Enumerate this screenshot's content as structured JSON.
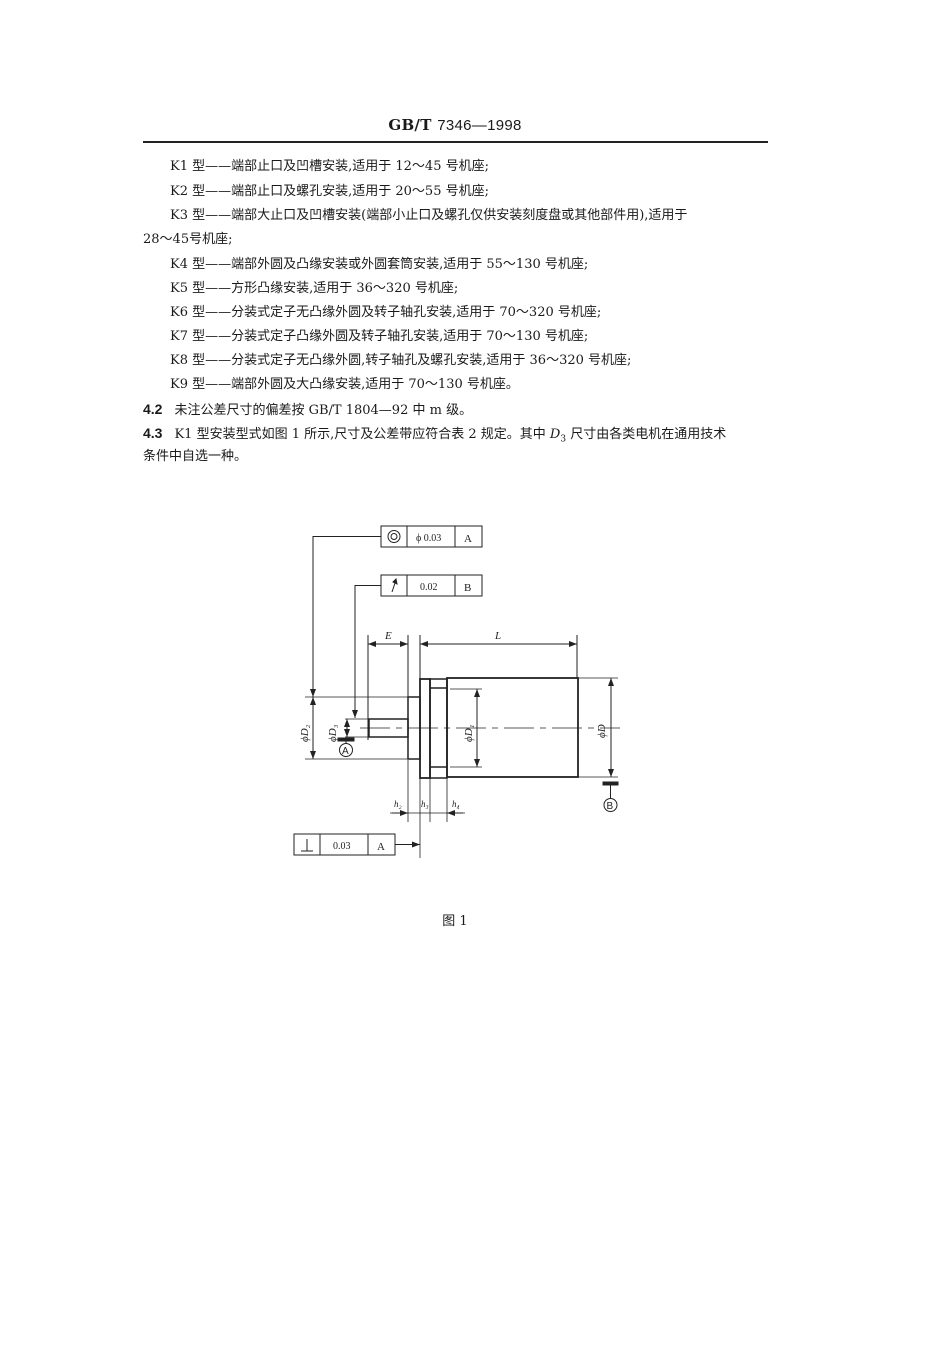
{
  "header": {
    "standard_prefix": "GB/T",
    "standard_number": "7346—1998"
  },
  "type_list": [
    {
      "code": "K1 型",
      "desc": "——端部止口及凹槽安装,适用于 12～45 号机座;"
    },
    {
      "code": "K2 型",
      "desc": "——端部止口及螺孔安装,适用于 20～55 号机座;"
    },
    {
      "code": "K3 型",
      "desc": "——端部大止口及凹槽安装(端部小止口及螺孔仅供安装刻度盘或其他部件用),适用于",
      "continuation": "28～45号机座;"
    },
    {
      "code": "K4 型",
      "desc": "——端部外圆及凸缘安装或外圆套筒安装,适用于 55～130 号机座;"
    },
    {
      "code": "K5 型",
      "desc": "——方形凸缘安装,适用于 36～320 号机座;"
    },
    {
      "code": "K6 型",
      "desc": "——分装式定子无凸缘外圆及转子轴孔安装,适用于 70～320 号机座;"
    },
    {
      "code": "K7 型",
      "desc": "——分装式定子凸缘外圆及转子轴孔安装,适用于 70～130 号机座;"
    },
    {
      "code": "K8 型",
      "desc": "——分装式定子无凸缘外圆,转子轴孔及螺孔安装,适用于 36～320 号机座;"
    },
    {
      "code": "K9 型",
      "desc": "——端部外圆及大凸缘安装,适用于 70～130 号机座。"
    }
  ],
  "sections": [
    {
      "number": "4.2",
      "text": "未注公差尺寸的偏差按 GB/T 1804—92 中 m 级。"
    },
    {
      "number": "4.3",
      "text_before": "K1 型安装型式如图 1 所示,尺寸及公差带应符合表 2 规定。其中 ",
      "var": "D",
      "sub": "3",
      "text_after": " 尺寸由各类电机在通用技术",
      "continuation": "条件中自选一种。"
    }
  ],
  "figure": {
    "caption": "图 1",
    "tolerance_frames": [
      {
        "symbol": "concentricity",
        "value": "ϕ 0.03",
        "datum": "A"
      },
      {
        "symbol": "circular-runout",
        "value": "0.02",
        "datum": "B"
      },
      {
        "symbol": "perpendicularity",
        "value": "0.03",
        "datum": "A"
      }
    ],
    "dimension_labels": {
      "E": "E",
      "L": "L",
      "D2": "ϕD₂",
      "D3": "ϕD₃",
      "D1": "ϕD₁",
      "D": "ϕD",
      "h2": "h₂",
      "h3": "h₃",
      "h4": "h₄"
    },
    "datums": [
      "A",
      "B"
    ]
  }
}
